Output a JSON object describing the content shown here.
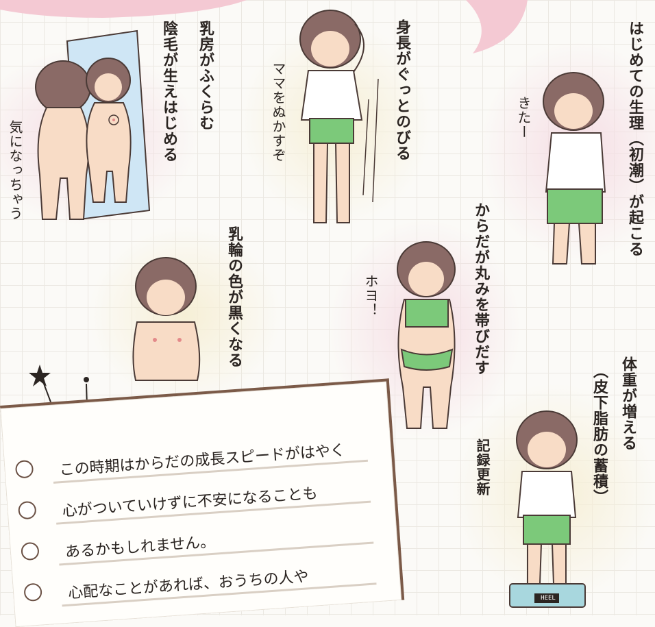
{
  "labels": {
    "chest_swell": "乳房がふくらむ",
    "pubic_hair": "陰毛が生えはじめる",
    "worry": "気になっちゃう",
    "height_grows": "身長がぐっとのびる",
    "pass_mama": "ママをぬかすぞ",
    "first_period": "はじめての生理（初潮）が起こる",
    "here_it_comes": "きたー",
    "areola_dark": "乳輪の色が黒くなる",
    "body_round": "からだが丸みを帯びだす",
    "hoyo": "ホヨ！",
    "weight_up": "体重が増える",
    "fat_storage": "（皮下脂肪の蓄積）",
    "new_record": "記録更新",
    "scale_display": "HEEL"
  },
  "note": {
    "lines": [
      "この時期はからだの成長スピードがはやく",
      "心がついていけずに不安になることも",
      "あるかもしれません。",
      "心配なことがあれば、おうちの人や"
    ]
  },
  "colors": {
    "pink_glow": "#f5dde4",
    "cream_glow": "#f6efd6",
    "hair": "#8a6a66",
    "skin": "#f8dcc6",
    "shorts": "#7cc97a",
    "outline": "#4a3a36",
    "accent_pink": "#f4c9d3"
  }
}
